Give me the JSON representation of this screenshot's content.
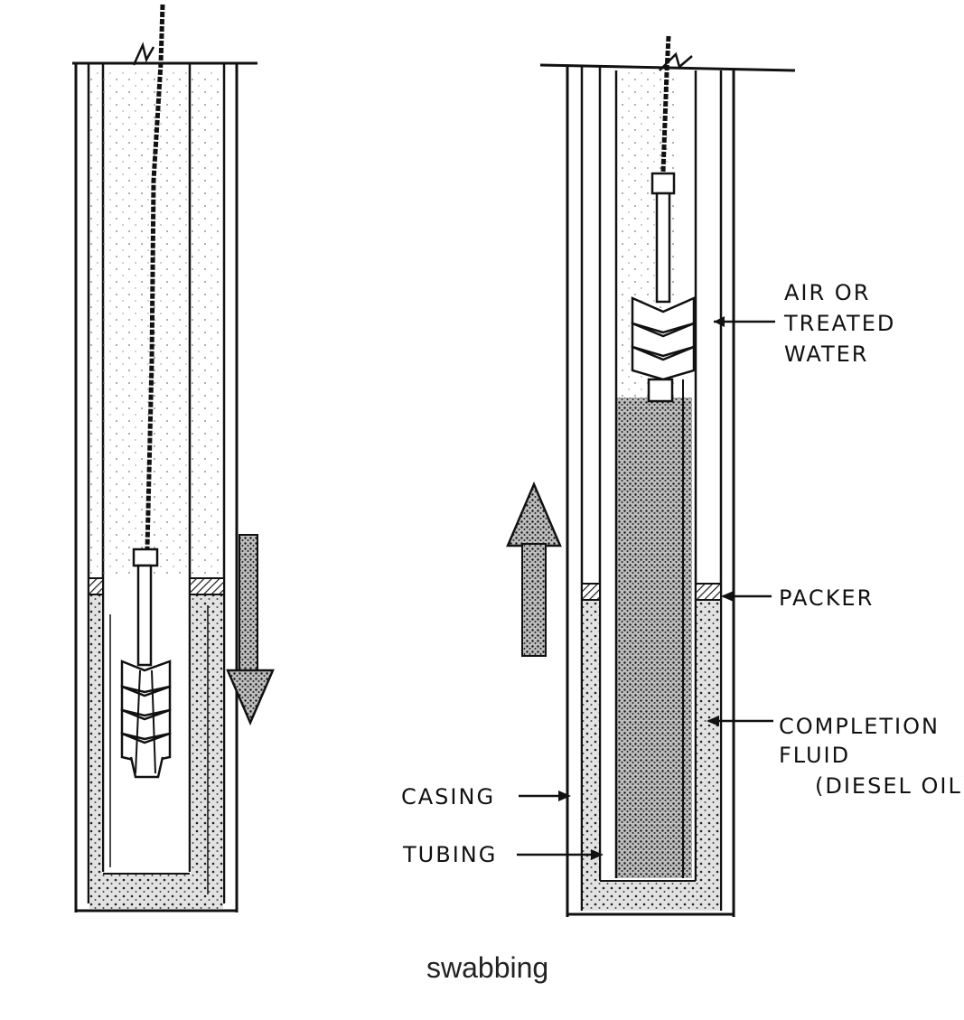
{
  "caption": "swabbing",
  "labels": {
    "air_or": "AIR OR",
    "treated": "TREATED",
    "water": "WATER",
    "packer": "PACKER",
    "completion": "COMPLETION",
    "fluid": "FLUID",
    "diesel_oil": "(DIESEL OIL)",
    "casing": "CASING",
    "tubing": "TUBING"
  },
  "colors": {
    "ink": "#111111",
    "fluid_fill": "#d9d9d9",
    "hatch": "#333333"
  },
  "icons": [
    "down-arrow",
    "up-arrow",
    "swab-cups",
    "sinker-bar",
    "wireline"
  ]
}
